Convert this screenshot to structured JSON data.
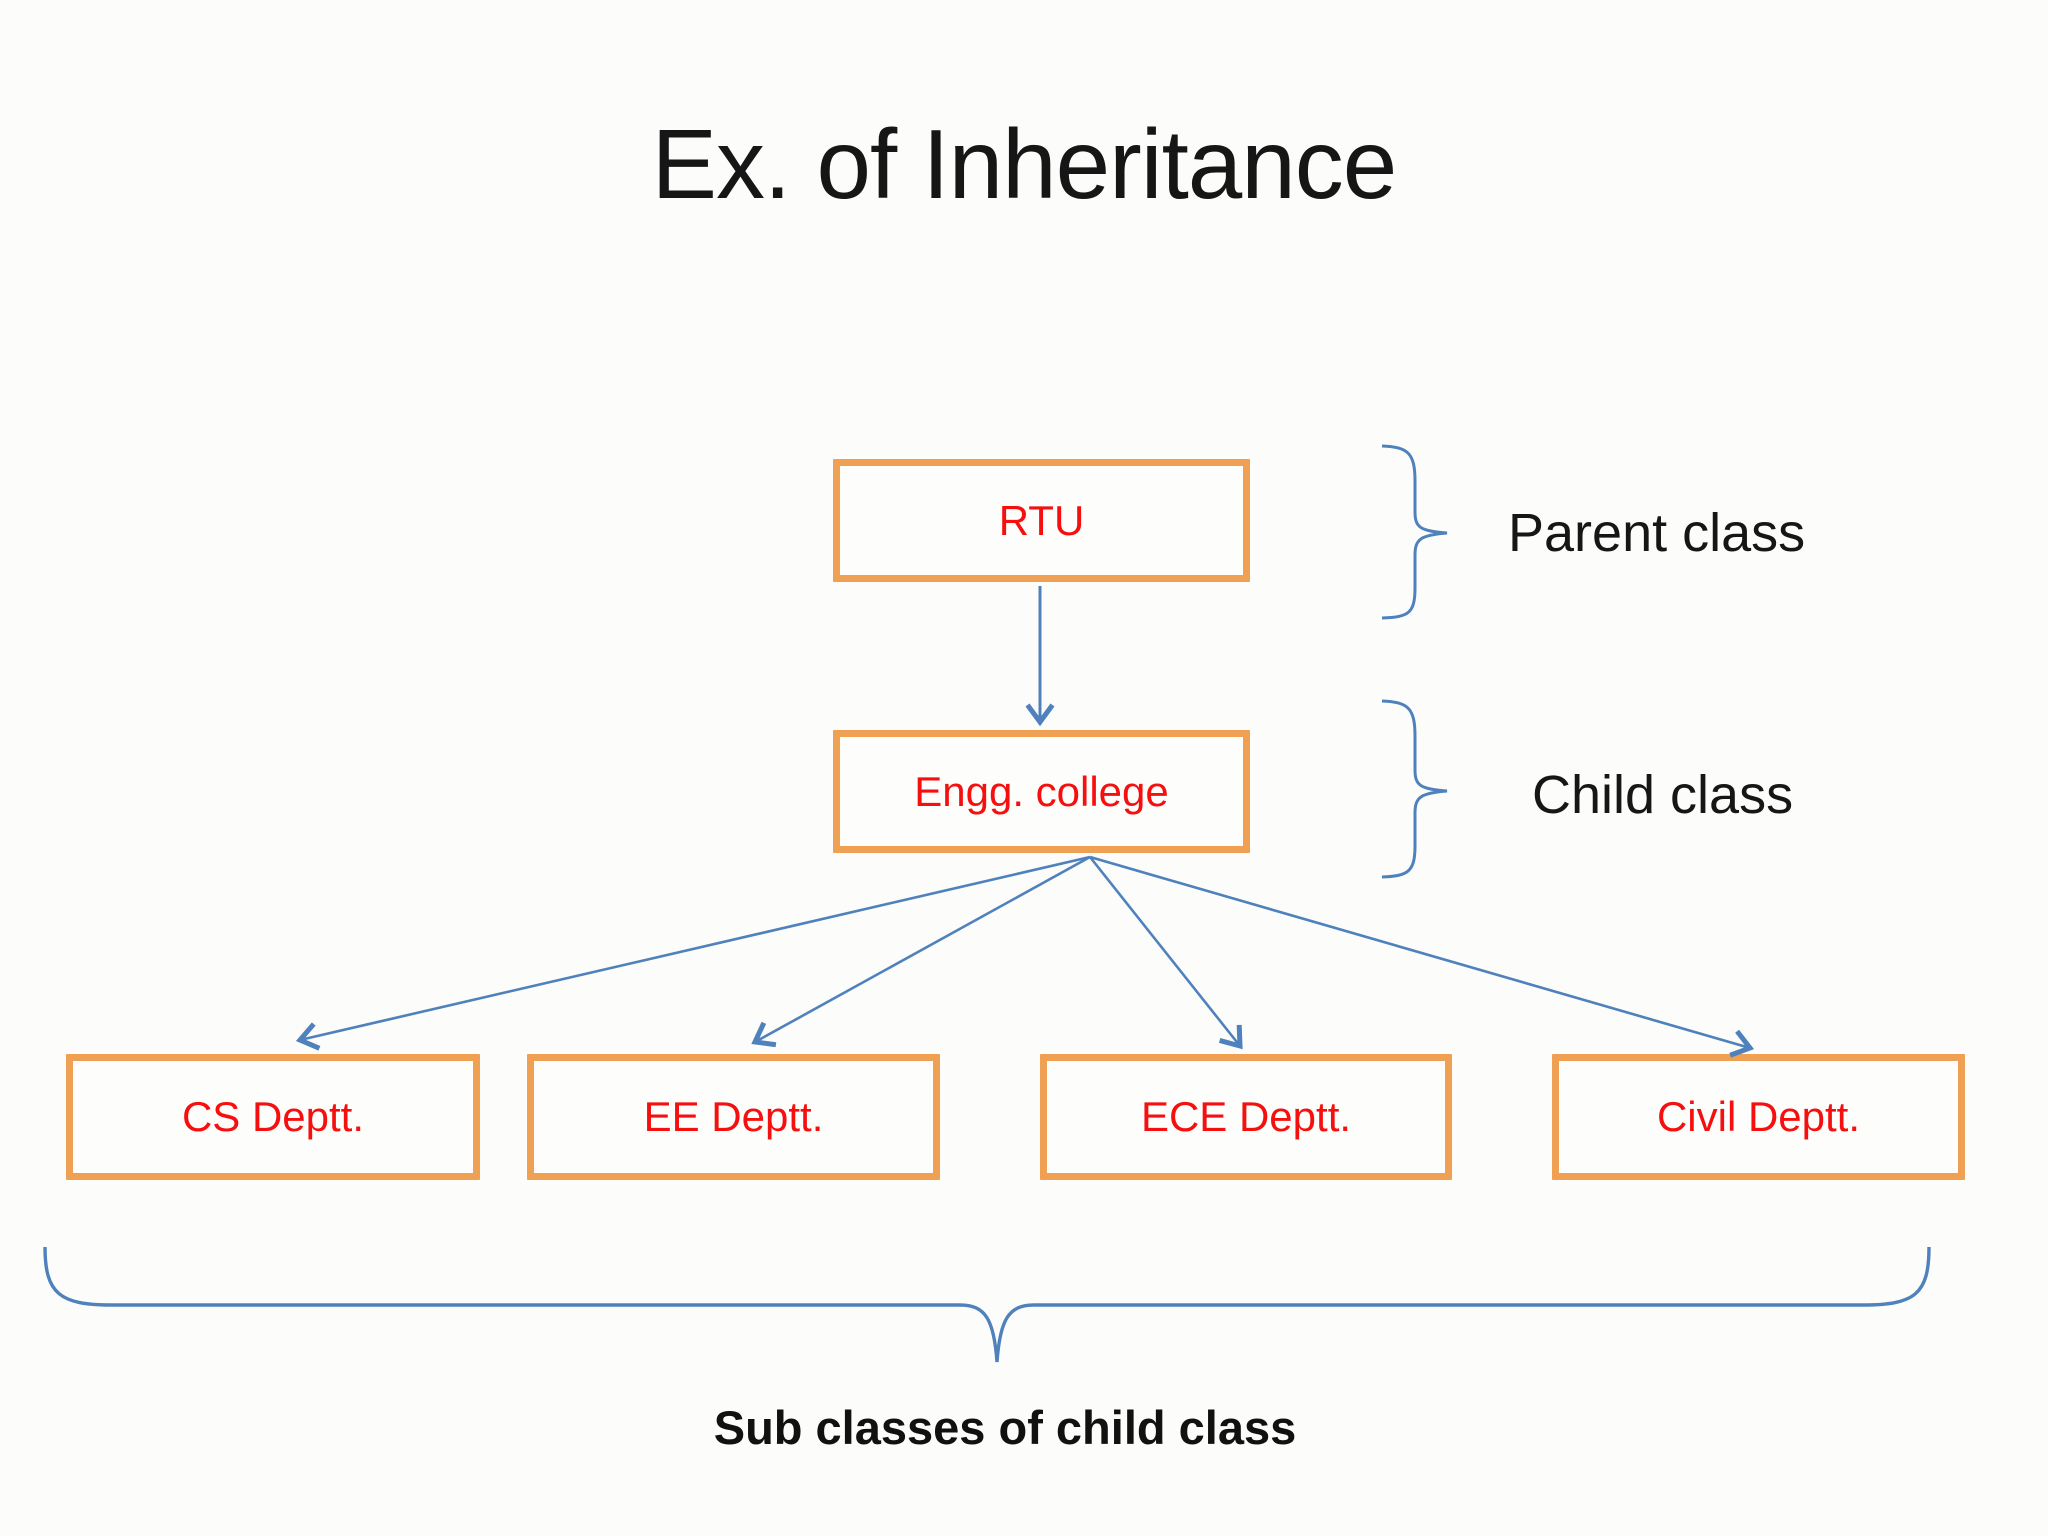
{
  "slide": {
    "title": "Ex. of Inheritance"
  },
  "nodes": {
    "parent": {
      "label": "RTU"
    },
    "child": {
      "label": "Engg. college"
    },
    "subclasses": [
      {
        "label": "CS Deptt."
      },
      {
        "label": "EE Deptt."
      },
      {
        "label": "ECE Deptt."
      },
      {
        "label": "Civil Deptt."
      }
    ]
  },
  "annotations": {
    "parent_class": "Parent class",
    "child_class": "Child class",
    "subclasses_caption": "Sub classes of child class"
  },
  "relationships": {
    "parent_to_child": "RTU -> Engg. college",
    "child_to_subclasses": [
      "CS Deptt.",
      "EE Deptt.",
      "ECE Deptt.",
      "Civil Deptt."
    ]
  },
  "colors": {
    "box_border_orange": "#F0A052",
    "box_fill": "#FDFDFB",
    "node_text_red": "#F60F0F",
    "connector_blue": "#4F81BD",
    "text_black": "#161616",
    "background": "#FCFCFA"
  }
}
